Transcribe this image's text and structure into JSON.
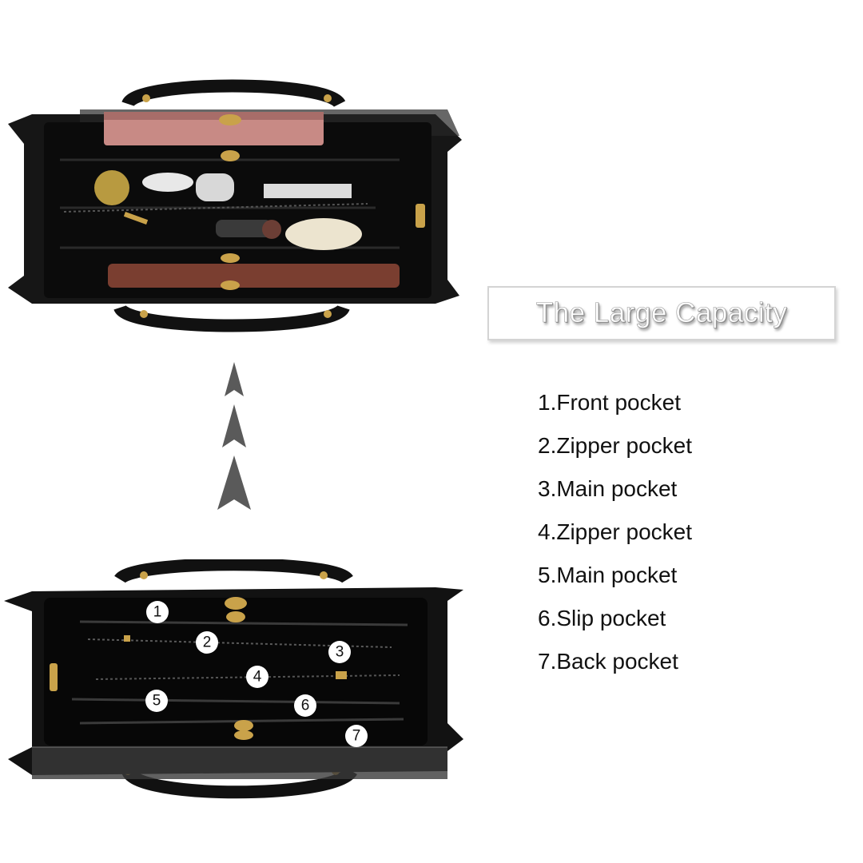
{
  "banner": {
    "title": "The Large Capacity"
  },
  "pockets": [
    {
      "label": "1.Front pocket"
    },
    {
      "label": "2.Zipper pocket"
    },
    {
      "label": "3.Main pocket"
    },
    {
      "label": "4.Zipper pocket"
    },
    {
      "label": "5.Main pocket"
    },
    {
      "label": "6.Slip pocket"
    },
    {
      "label": "7.Back pocket"
    }
  ],
  "callouts": [
    "1",
    "2",
    "3",
    "4",
    "5",
    "6",
    "7"
  ],
  "colors": {
    "bag": "#121212",
    "accent_gold": "#c9a24a",
    "arrow": "#5a5a5a",
    "text": "#111111"
  }
}
